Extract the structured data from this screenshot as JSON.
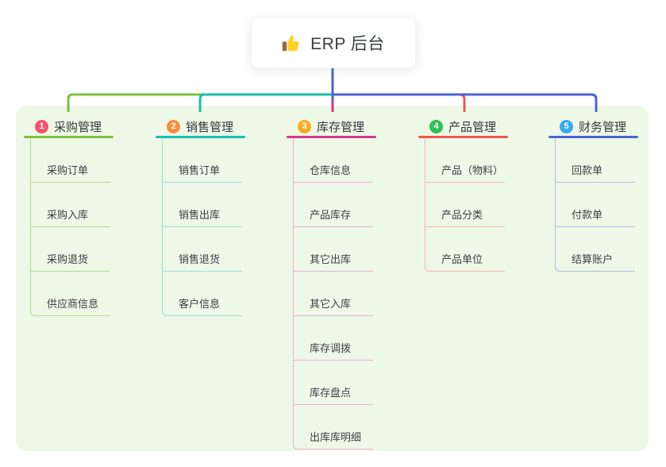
{
  "root": {
    "title": "ERP 后台",
    "icon": "thumbs-up-icon"
  },
  "colors": {
    "panel_bg": "#edf8e6",
    "root_line": "#4c63d2",
    "card_bg": "#ffffff"
  },
  "branches": [
    {
      "number": "1",
      "label": "采购管理",
      "color": "#7ec03f",
      "light_color": "#b4da90",
      "badge_color": "#f2526d",
      "children": [
        "采购订单",
        "采购入库",
        "采购退货",
        "供应商信息"
      ]
    },
    {
      "number": "2",
      "label": "销售管理",
      "color": "#1abfb0",
      "light_color": "#9fdfd6",
      "badge_color": "#f98c3d",
      "children": [
        "销售订单",
        "销售出库",
        "销售退货",
        "客户信息"
      ]
    },
    {
      "number": "3",
      "label": "库存管理",
      "color": "#d4378f",
      "light_color": "#eab1d4",
      "badge_color": "#f9ab20",
      "children": [
        "仓库信息",
        "产品库存",
        "其它出库",
        "其它入库",
        "库存调拨",
        "库存盘点",
        "出库库明细"
      ]
    },
    {
      "number": "4",
      "label": "产品管理",
      "color": "#f2544f",
      "light_color": "#f7b6ae",
      "badge_color": "#2fc058",
      "children": [
        "产品（物料）",
        "产品分类",
        "产品单位"
      ]
    },
    {
      "number": "5",
      "label": "财务管理",
      "color": "#4a63d4",
      "light_color": "#b0c0ea",
      "badge_color": "#38a7f4",
      "children": [
        "回款单",
        "付款单",
        "结算账户"
      ]
    }
  ]
}
